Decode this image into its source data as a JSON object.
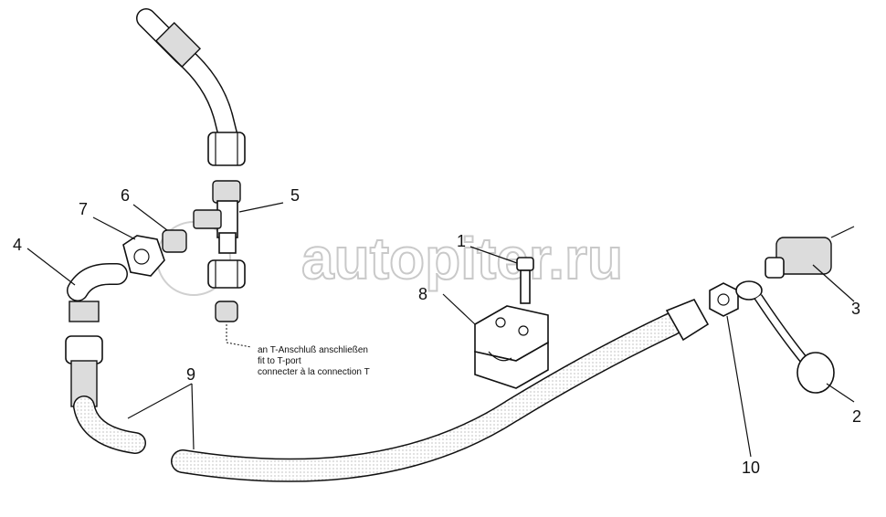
{
  "diagram": {
    "callouts": {
      "c1": "1",
      "c2": "2",
      "c3": "3",
      "c4": "4",
      "c5": "5",
      "c6": "6",
      "c7": "7",
      "c8": "8",
      "c9": "9",
      "c10": "10"
    },
    "note_lines": [
      "an T-Anschluß anschließen",
      "fit to T-port",
      "connecter à la connection T"
    ],
    "watermark": "autopiter.ru"
  }
}
